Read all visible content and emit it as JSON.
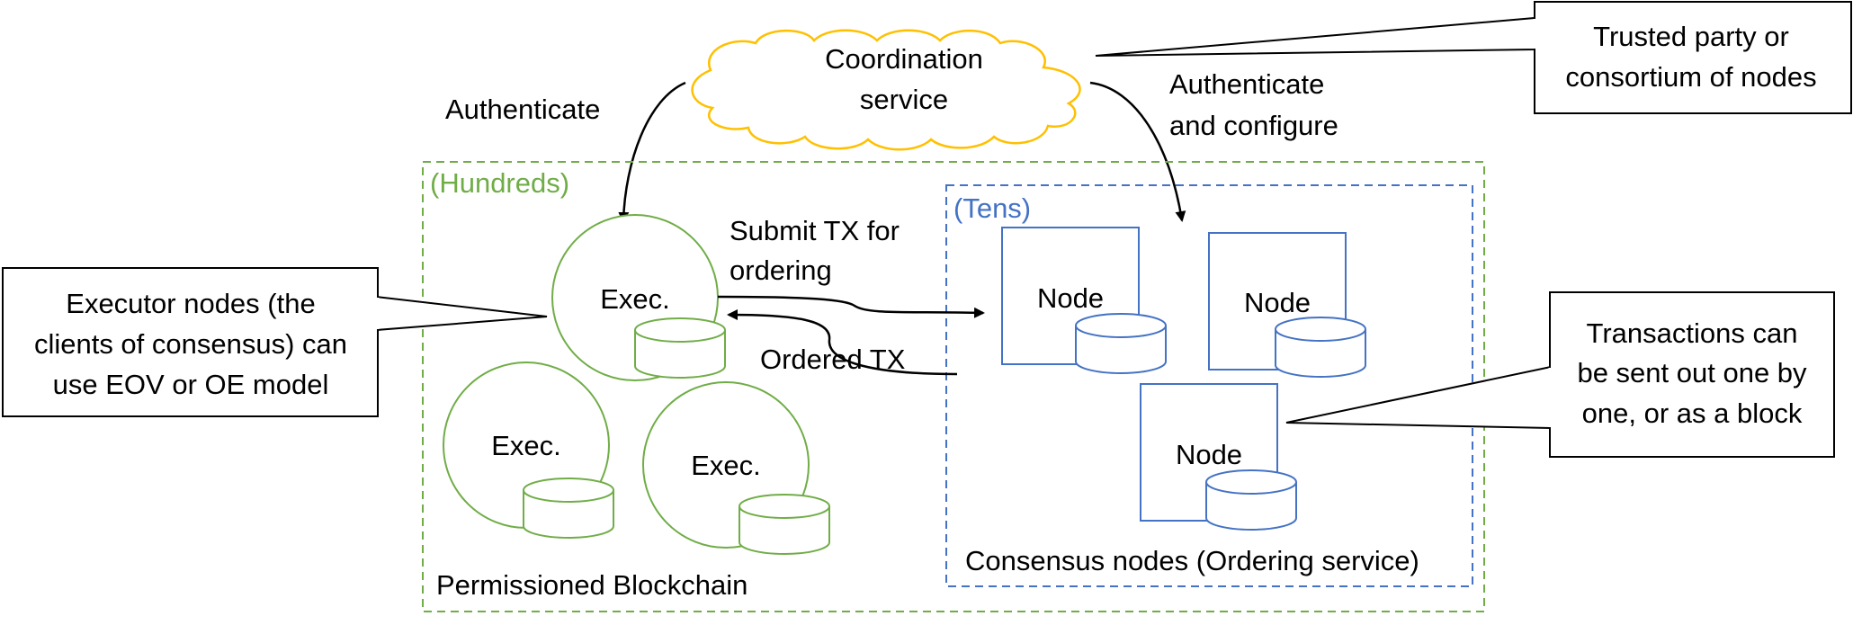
{
  "colors": {
    "green": "#70ad47",
    "blue": "#4472c4",
    "cloud": "#ffc000",
    "text": "#000000"
  },
  "coordination": {
    "line1": "Coordination",
    "line2": "service"
  },
  "callouts": {
    "trusted": [
      "Trusted party or",
      "consortium of nodes"
    ],
    "executor": [
      "Executor nodes (the",
      "clients of consensus) can",
      "use EOV or OE model"
    ],
    "transactions": [
      "Transactions can",
      "be sent out one by",
      "one, or as a block"
    ]
  },
  "arrows": {
    "authenticate": "Authenticate",
    "auth_config": [
      "Authenticate",
      "and configure"
    ],
    "submit": [
      "Submit TX for",
      "ordering"
    ],
    "ordered": "Ordered TX"
  },
  "groups": {
    "hundreds_label": "(Hundreds)",
    "tens_label": "(Tens)",
    "permissioned_label": "Permissioned Blockchain",
    "consensus_label": "Consensus nodes (Ordering service)"
  },
  "executors": [
    "Exec.",
    "Exec.",
    "Exec."
  ],
  "nodes": [
    "Node",
    "Node",
    "Node"
  ]
}
